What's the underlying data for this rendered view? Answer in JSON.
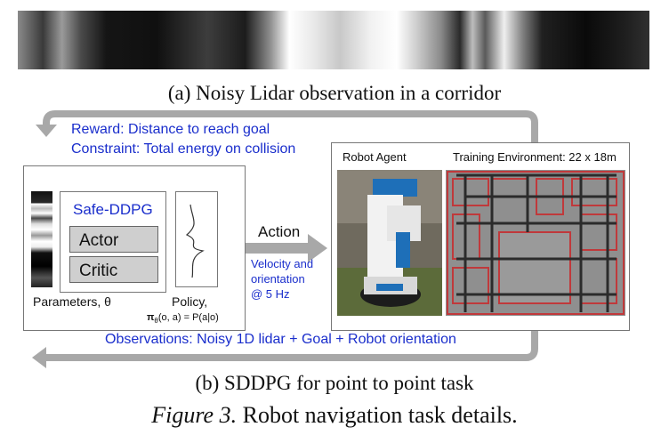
{
  "caption_a": "(a) Noisy Lidar observation in a corridor",
  "reward_text": "Reward: Distance to reach goal",
  "constraint_text": "Constraint: Total energy on collision",
  "agent_block": {
    "algorithm": "Safe-DDPG",
    "actor": "Actor",
    "critic": "Critic",
    "parameters": "Parameters, θ",
    "policy_label": "Policy,",
    "policy_formula": "π",
    "policy_sub": "θ",
    "policy_rest": "(o, a) = P(a|o)"
  },
  "action": {
    "title": "Action",
    "detail_lines": [
      "Velocity and",
      "orientation",
      "@ 5 Hz"
    ]
  },
  "env": {
    "robot_agent": "Robot Agent",
    "training_env": "Training Environment: 22 x 18m"
  },
  "observations_text": "Observations: Noisy 1D lidar + Goal + Robot orientation",
  "caption_b": "(b) SDDPG for point to point task",
  "figure_label": "Figure 3.",
  "figure_title": "Robot navigation task details.",
  "colors": {
    "blue_text": "#1a2ecc",
    "arrow_gray": "#a8a8a8",
    "map_red": "#c0393b"
  }
}
